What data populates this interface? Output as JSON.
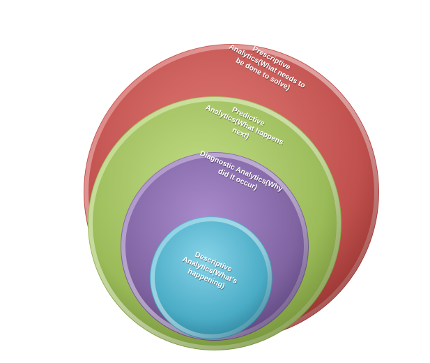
{
  "levels": [
    {
      "key": "prescriptive",
      "lines": [
        "Prescriptive",
        "Analytics(What needs to",
        "be done to solve)"
      ],
      "color": "#c0504d",
      "color_light": "#e07a76",
      "color_dark": "#8f2f2c"
    },
    {
      "key": "predictive",
      "lines": [
        "Predictive",
        "Analytics(What happens",
        "next)"
      ],
      "color": "#9bbb59",
      "color_light": "#c2dd86",
      "color_dark": "#6f8c35"
    },
    {
      "key": "diagnostic",
      "lines": [
        "Diagnostic Analytics(Why",
        "did it occur)"
      ],
      "color": "#8064a2",
      "color_light": "#a98bcc",
      "color_dark": "#5a4379"
    },
    {
      "key": "descriptive",
      "lines": [
        "Descriptive",
        "Analytics(What's",
        "happening)"
      ],
      "color": "#4bacc6",
      "color_light": "#86d3e8",
      "color_dark": "#2b7f97"
    }
  ]
}
